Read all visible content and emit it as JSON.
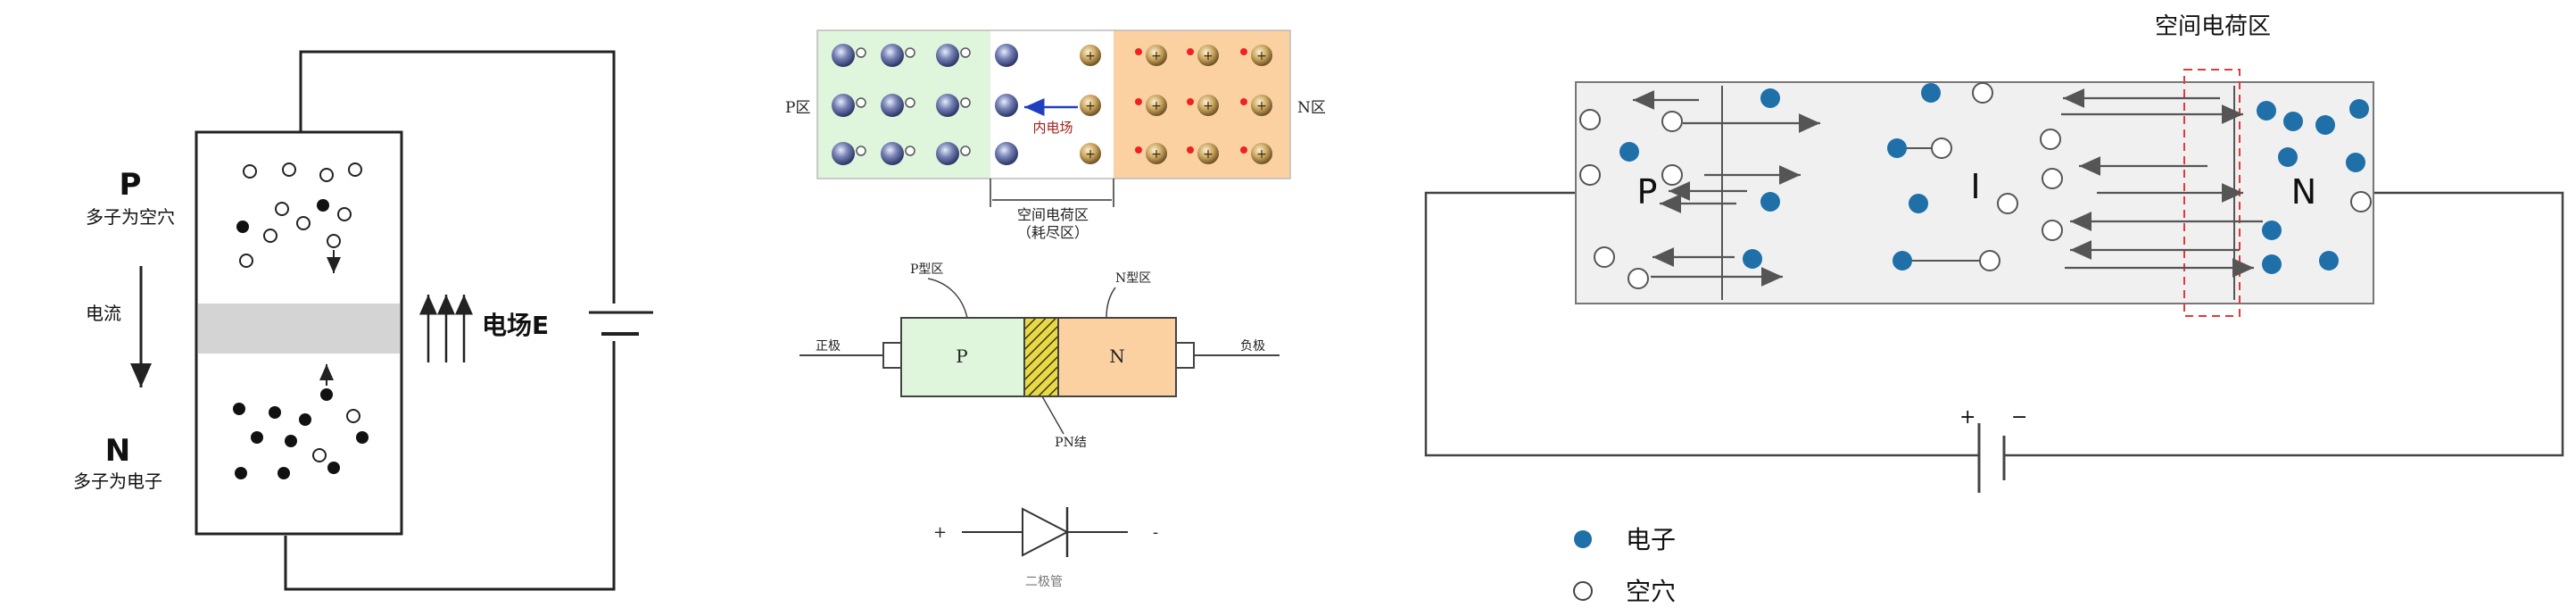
{
  "panel1": {
    "p_label": "P",
    "p_caption": "多子为空穴",
    "current_label": "电流",
    "n_label": "N",
    "n_caption": "多子为电子",
    "field_label": "电场E"
  },
  "panel2": {
    "p_region": "P区",
    "n_region": "N区",
    "inner_field": "内电场",
    "space_charge": "空间电荷区",
    "depletion": "（耗尽区）",
    "p_type": "P型区",
    "n_type": "N型区",
    "p_letter": "P",
    "n_letter": "N",
    "anode": "正极",
    "cathode": "负极",
    "junction": "PN结",
    "plus": "+",
    "minus": "-",
    "diode": "二极管"
  },
  "panel3": {
    "space_charge_label": "空间电荷区",
    "p_letter": "P",
    "i_letter": "I",
    "n_letter": "N",
    "plus": "+",
    "minus": "−",
    "legend_electron": "电子",
    "legend_hole": "空穴"
  },
  "colors": {
    "p_region_fill": "#dff5dc",
    "n_region_fill": "#fbd1a2",
    "electron_blue": "#1f6fa8",
    "space_charge_dash": "#e03a3a",
    "junction_hatch": "#c8b400"
  }
}
